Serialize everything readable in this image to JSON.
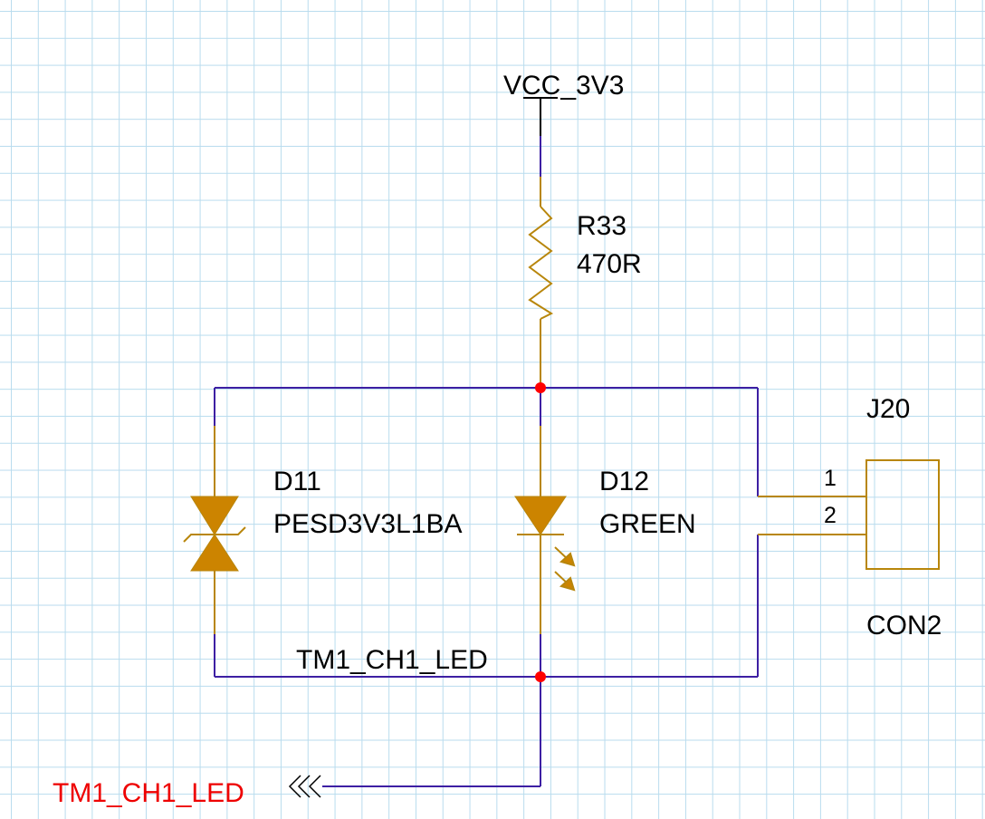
{
  "power": {
    "name": "VCC_3V3"
  },
  "resistor": {
    "ref": "R33",
    "value": "470R"
  },
  "tvs_diode": {
    "ref": "D11",
    "value": "PESD3V3L1BA"
  },
  "led": {
    "ref": "D12",
    "value": "GREEN"
  },
  "connector": {
    "ref": "J20",
    "value": "CON2",
    "pins": [
      "1",
      "2"
    ]
  },
  "net_label": {
    "name": "TM1_CH1_LED"
  },
  "port": {
    "name": "TM1_CH1_LED"
  },
  "colors": {
    "wire": "#3d1fa3",
    "component": "#b8860b",
    "component_fill": "#cc8400",
    "junction": "#ff0000",
    "port_text": "#ee0000",
    "grid": "#b9dcee"
  }
}
